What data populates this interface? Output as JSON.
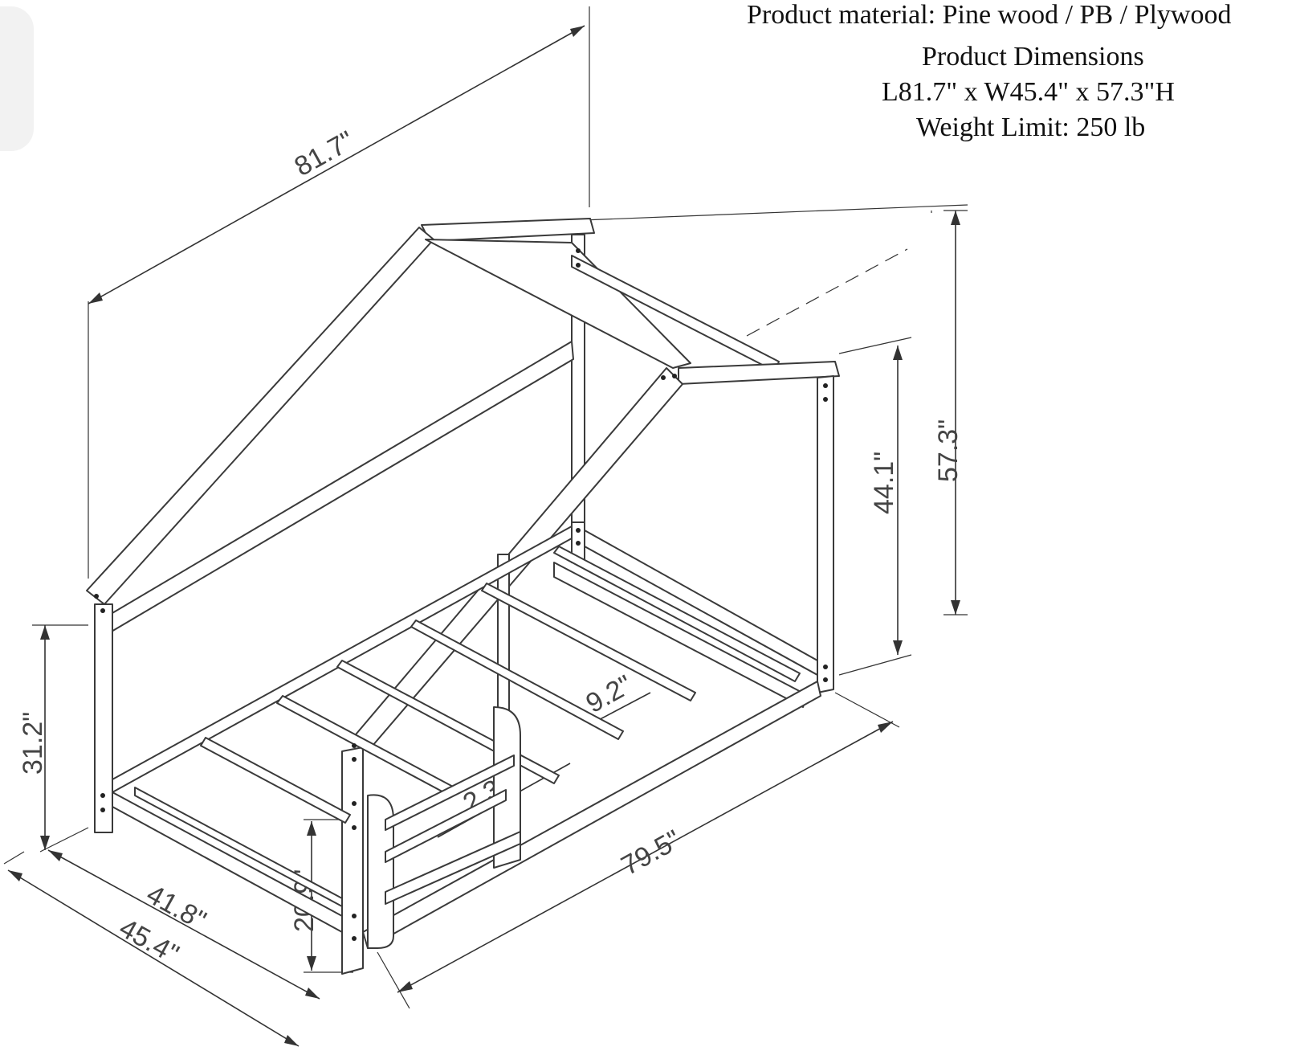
{
  "specs": {
    "material": "Product material: Pine wood / PB / Plywood",
    "dimensions_title": "Product Dimensions",
    "dimensions": "L81.7\" x W45.4\" x 57.3\"H",
    "weight_limit": "Weight Limit: 250 lb"
  },
  "dimension_labels": {
    "overall_length": "81.7\"",
    "total_height": "57.3\"",
    "side_height": "44.1\"",
    "leg_height": "31.2\"",
    "inner_length": "79.5\"",
    "inner_width": "41.8\"",
    "overall_width": "45.4\"",
    "slat_gap": "9.2\"",
    "rail_gap": "2.3\"",
    "rail_height": "20.9\""
  }
}
